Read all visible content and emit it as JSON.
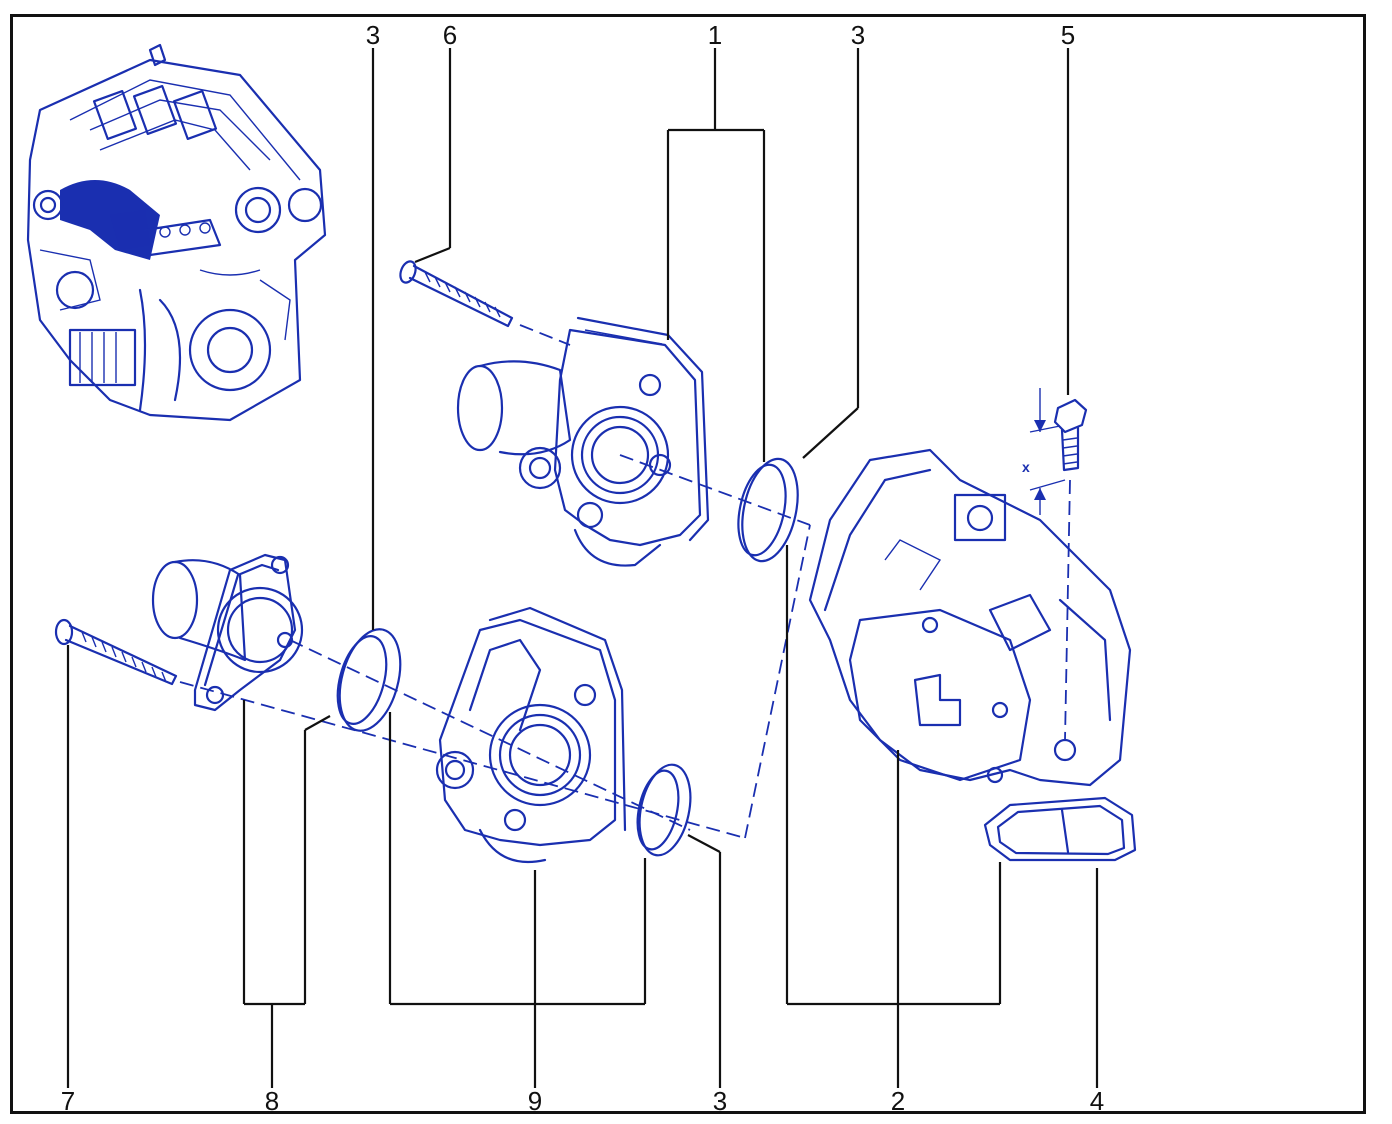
{
  "callouts": {
    "c1": "1",
    "c2": "2",
    "c3a": "3",
    "c3b": "3",
    "c3c": "3",
    "c4": "4",
    "c5": "5",
    "c6": "6",
    "c7": "7",
    "c8": "8",
    "c9": "9",
    "dimension": "x"
  },
  "colors": {
    "line_art": "#1a2fb0",
    "leader": "#111111",
    "frame": "#111111"
  }
}
